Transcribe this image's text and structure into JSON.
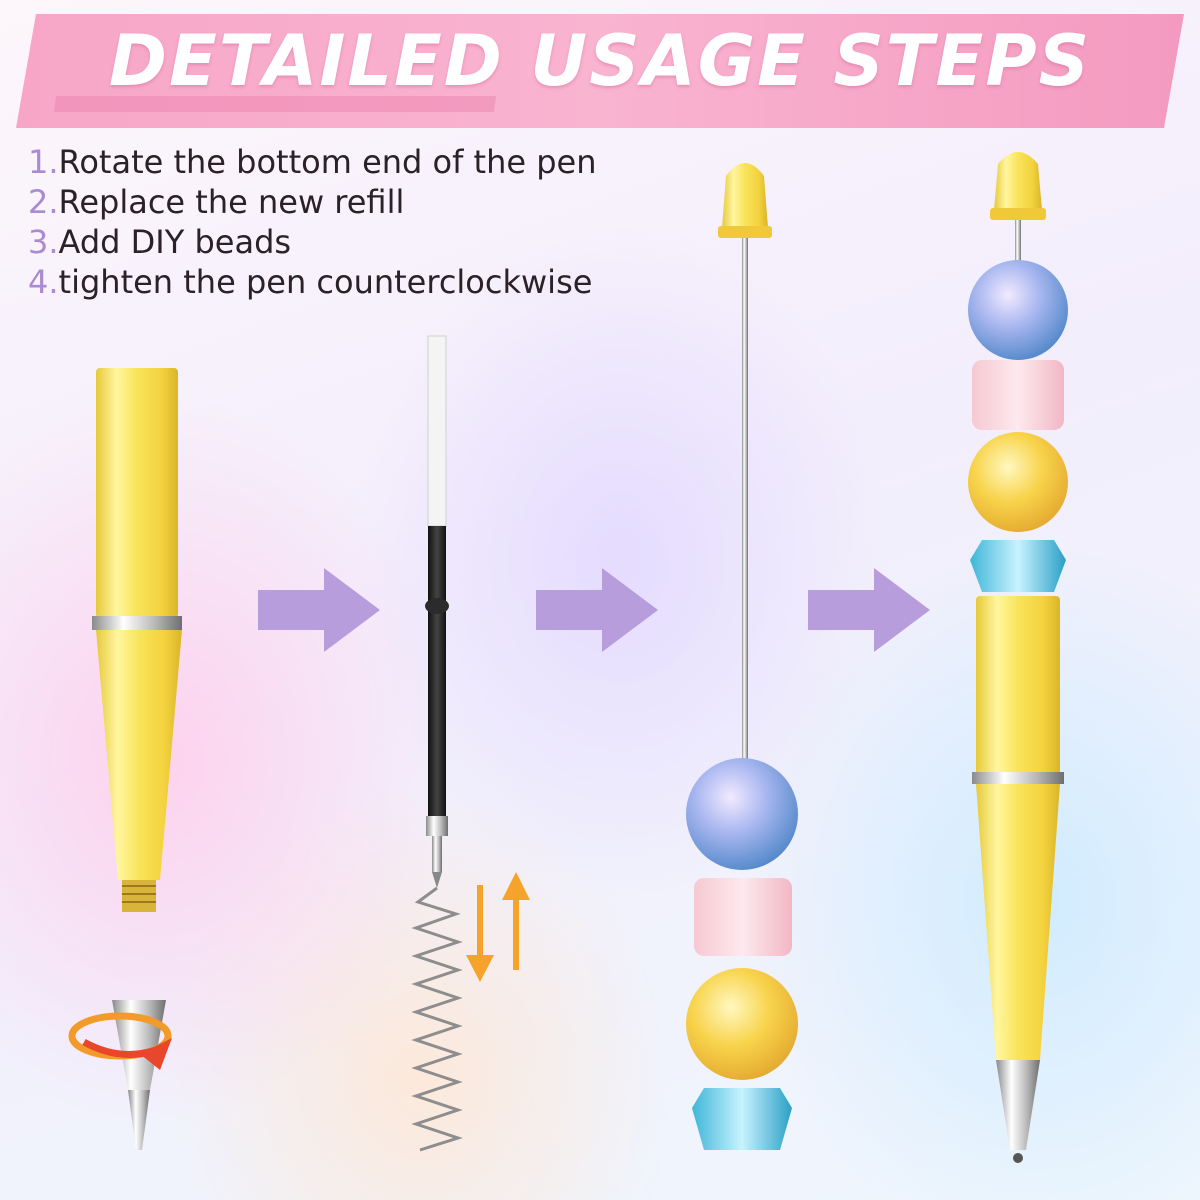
{
  "banner": {
    "title": "DETAILED USAGE STEPS"
  },
  "steps": [
    {
      "num": "1.",
      "text": "Rotate the bottom end of the pen"
    },
    {
      "num": "2.",
      "text": "Replace the new refill"
    },
    {
      "num": "3.",
      "text": "Add DIY beads"
    },
    {
      "num": "4.",
      "text": "tighten the pen counterclockwise"
    }
  ],
  "colors": {
    "banner_pink": "#f8a8c8",
    "arrow_purple": "#b79ddc",
    "pen_yellow": "#f5e65a",
    "step_number": "#a98ad3"
  },
  "icons": [
    "arrow-right-icon",
    "rotate-arrow-icon",
    "up-down-arrows-icon"
  ]
}
